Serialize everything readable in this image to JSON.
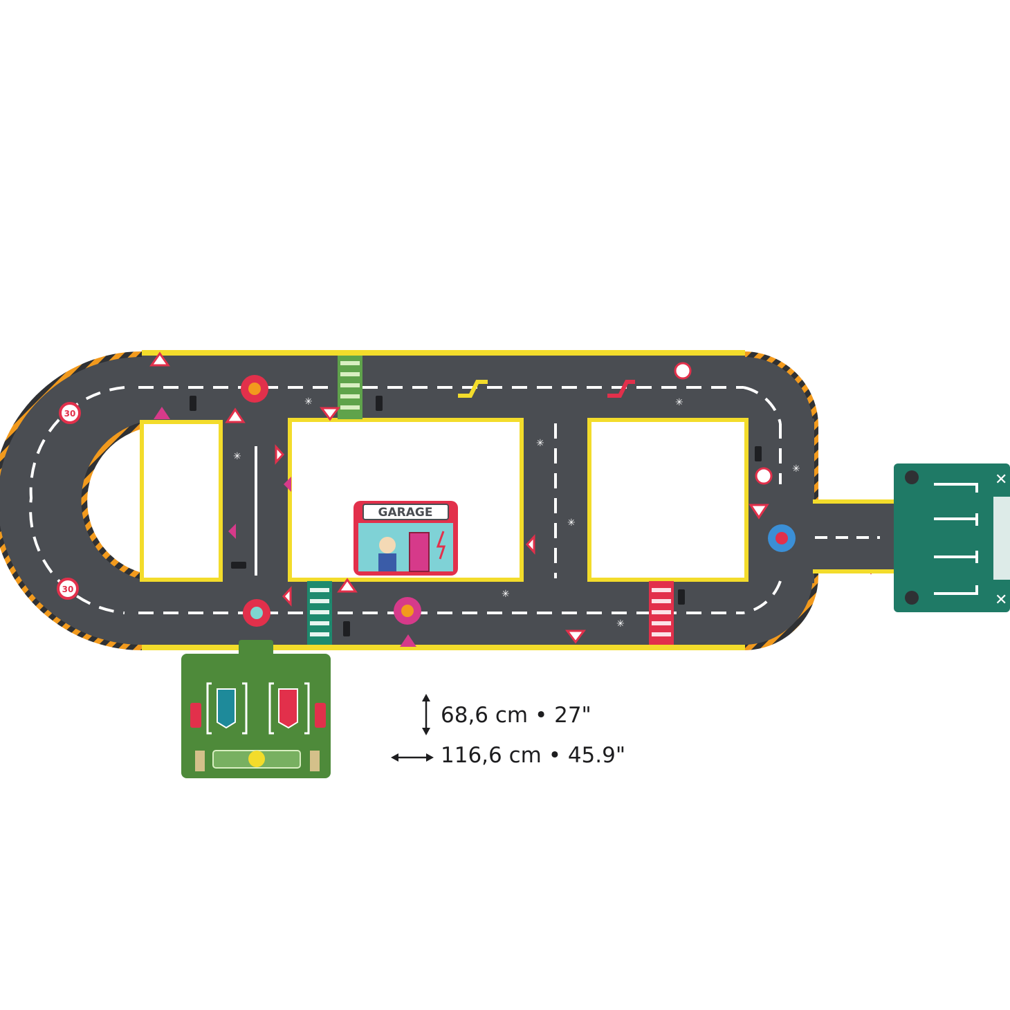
{
  "dimensions": {
    "height": "68,6 cm • 27\"",
    "width": "116,6 cm • 45.9\""
  },
  "signs": {
    "garage_label": "GARAGE",
    "speed_limit": "30"
  },
  "colors": {
    "road": "#4a4d52",
    "road_edge": "#f3dc2b",
    "lane_marking": "#ffffff",
    "charging_tile": "#4e8a3a",
    "parking_tile": "#1f7a66",
    "hazard_stripe": "#f29a1d",
    "crosswalk_green": "#5fa34b",
    "crosswalk_teal": "#1e8a6e",
    "crosswalk_red": "#e2304b"
  },
  "icons": {
    "height_arrow": "vertical-double-arrow-icon",
    "width_arrow": "horizontal-double-arrow-icon"
  }
}
